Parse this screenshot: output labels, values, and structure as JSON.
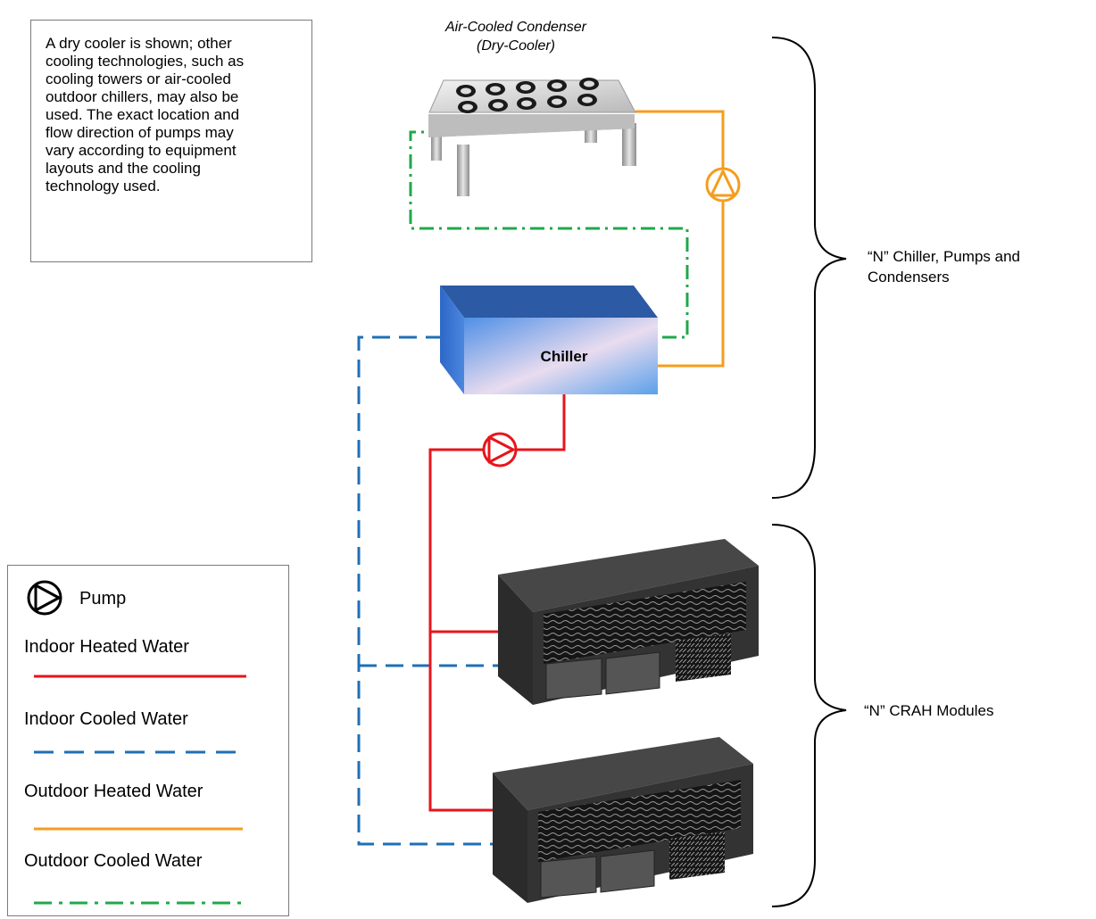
{
  "note": {
    "lines": [
      "A dry cooler is shown; other",
      "cooling technologies, such as",
      "cooling towers or air-cooled",
      "outdoor chillers, may also be",
      "used. The exact location and",
      "flow direction of pumps may",
      "vary according to equipment",
      "layouts and the cooling",
      "technology used."
    ]
  },
  "condenser": {
    "title_line1": "Air-Cooled Condenser",
    "title_line2": "(Dry-Cooler)"
  },
  "chiller": {
    "label": "Chiller"
  },
  "braces": {
    "upper_line1": "“N” Chiller, Pumps and",
    "upper_line2": "Condensers",
    "lower": "“N” CRAH Modules"
  },
  "legend": {
    "pump": "Pump",
    "indoor_heated": "Indoor Heated Water",
    "indoor_cooled": "Indoor Cooled Water",
    "outdoor_heated": "Outdoor Heated Water",
    "outdoor_cooled": "Outdoor Cooled Water"
  },
  "colors": {
    "indoor_heated": "#e8141b",
    "indoor_cooled": "#1f6fb5",
    "outdoor_heated": "#f59d1e",
    "outdoor_cooled": "#1fa84a"
  }
}
